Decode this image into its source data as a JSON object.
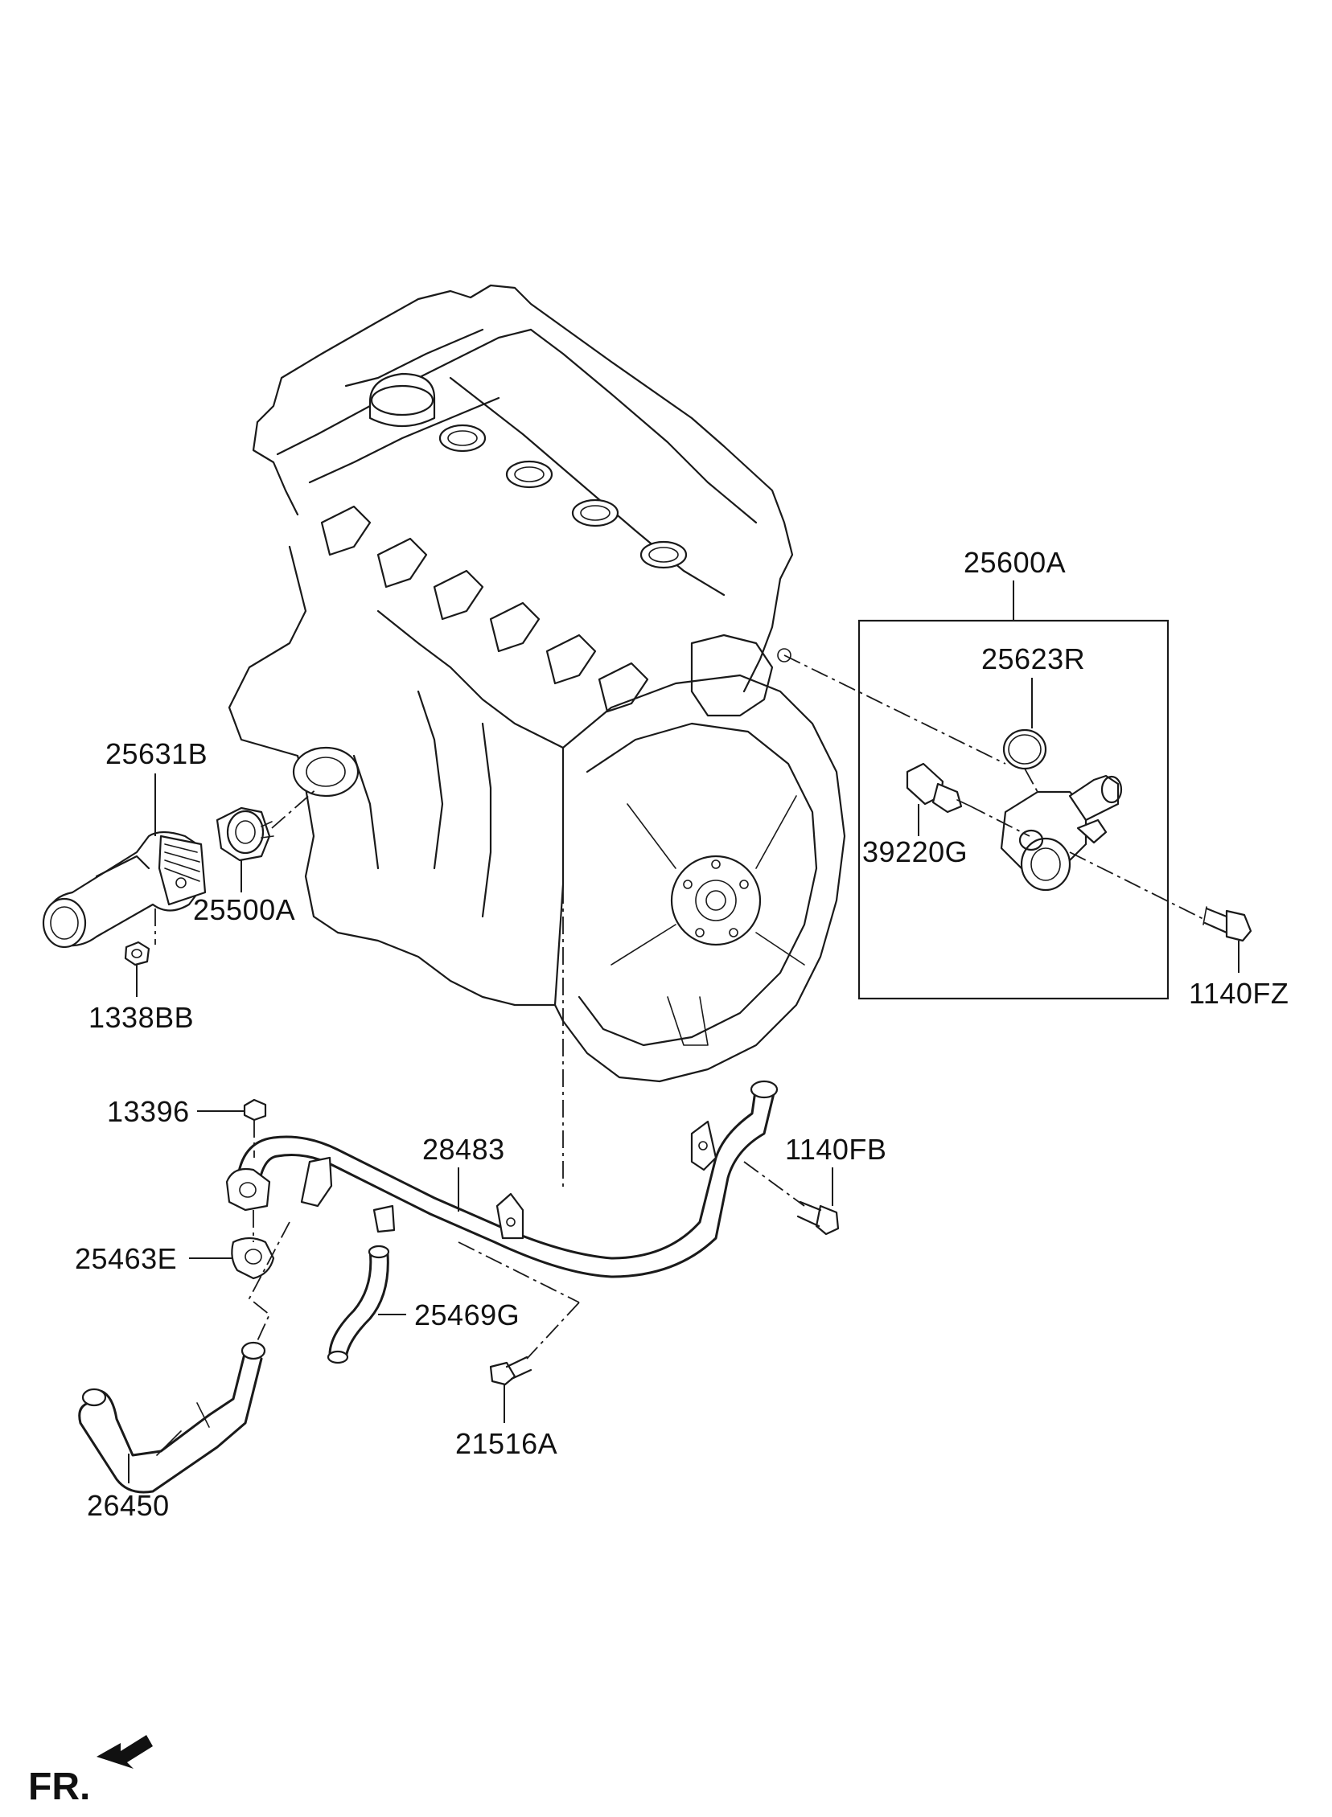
{
  "diagram": {
    "callouts": [
      {
        "id": "25600A",
        "label": "25600A"
      },
      {
        "id": "25623R",
        "label": "25623R"
      },
      {
        "id": "39220G",
        "label": "39220G"
      },
      {
        "id": "1140FZ",
        "label": "1140FZ"
      },
      {
        "id": "25631B",
        "label": "25631B"
      },
      {
        "id": "25500A",
        "label": "25500A"
      },
      {
        "id": "1338BB",
        "label": "1338BB"
      },
      {
        "id": "13396",
        "label": "13396"
      },
      {
        "id": "28483",
        "label": "28483"
      },
      {
        "id": "1140FB",
        "label": "1140FB"
      },
      {
        "id": "25463E",
        "label": "25463E"
      },
      {
        "id": "25469G",
        "label": "25469G"
      },
      {
        "id": "21516A",
        "label": "21516A"
      },
      {
        "id": "26450",
        "label": "26450"
      }
    ],
    "direction_marker": {
      "label": "FR."
    }
  }
}
